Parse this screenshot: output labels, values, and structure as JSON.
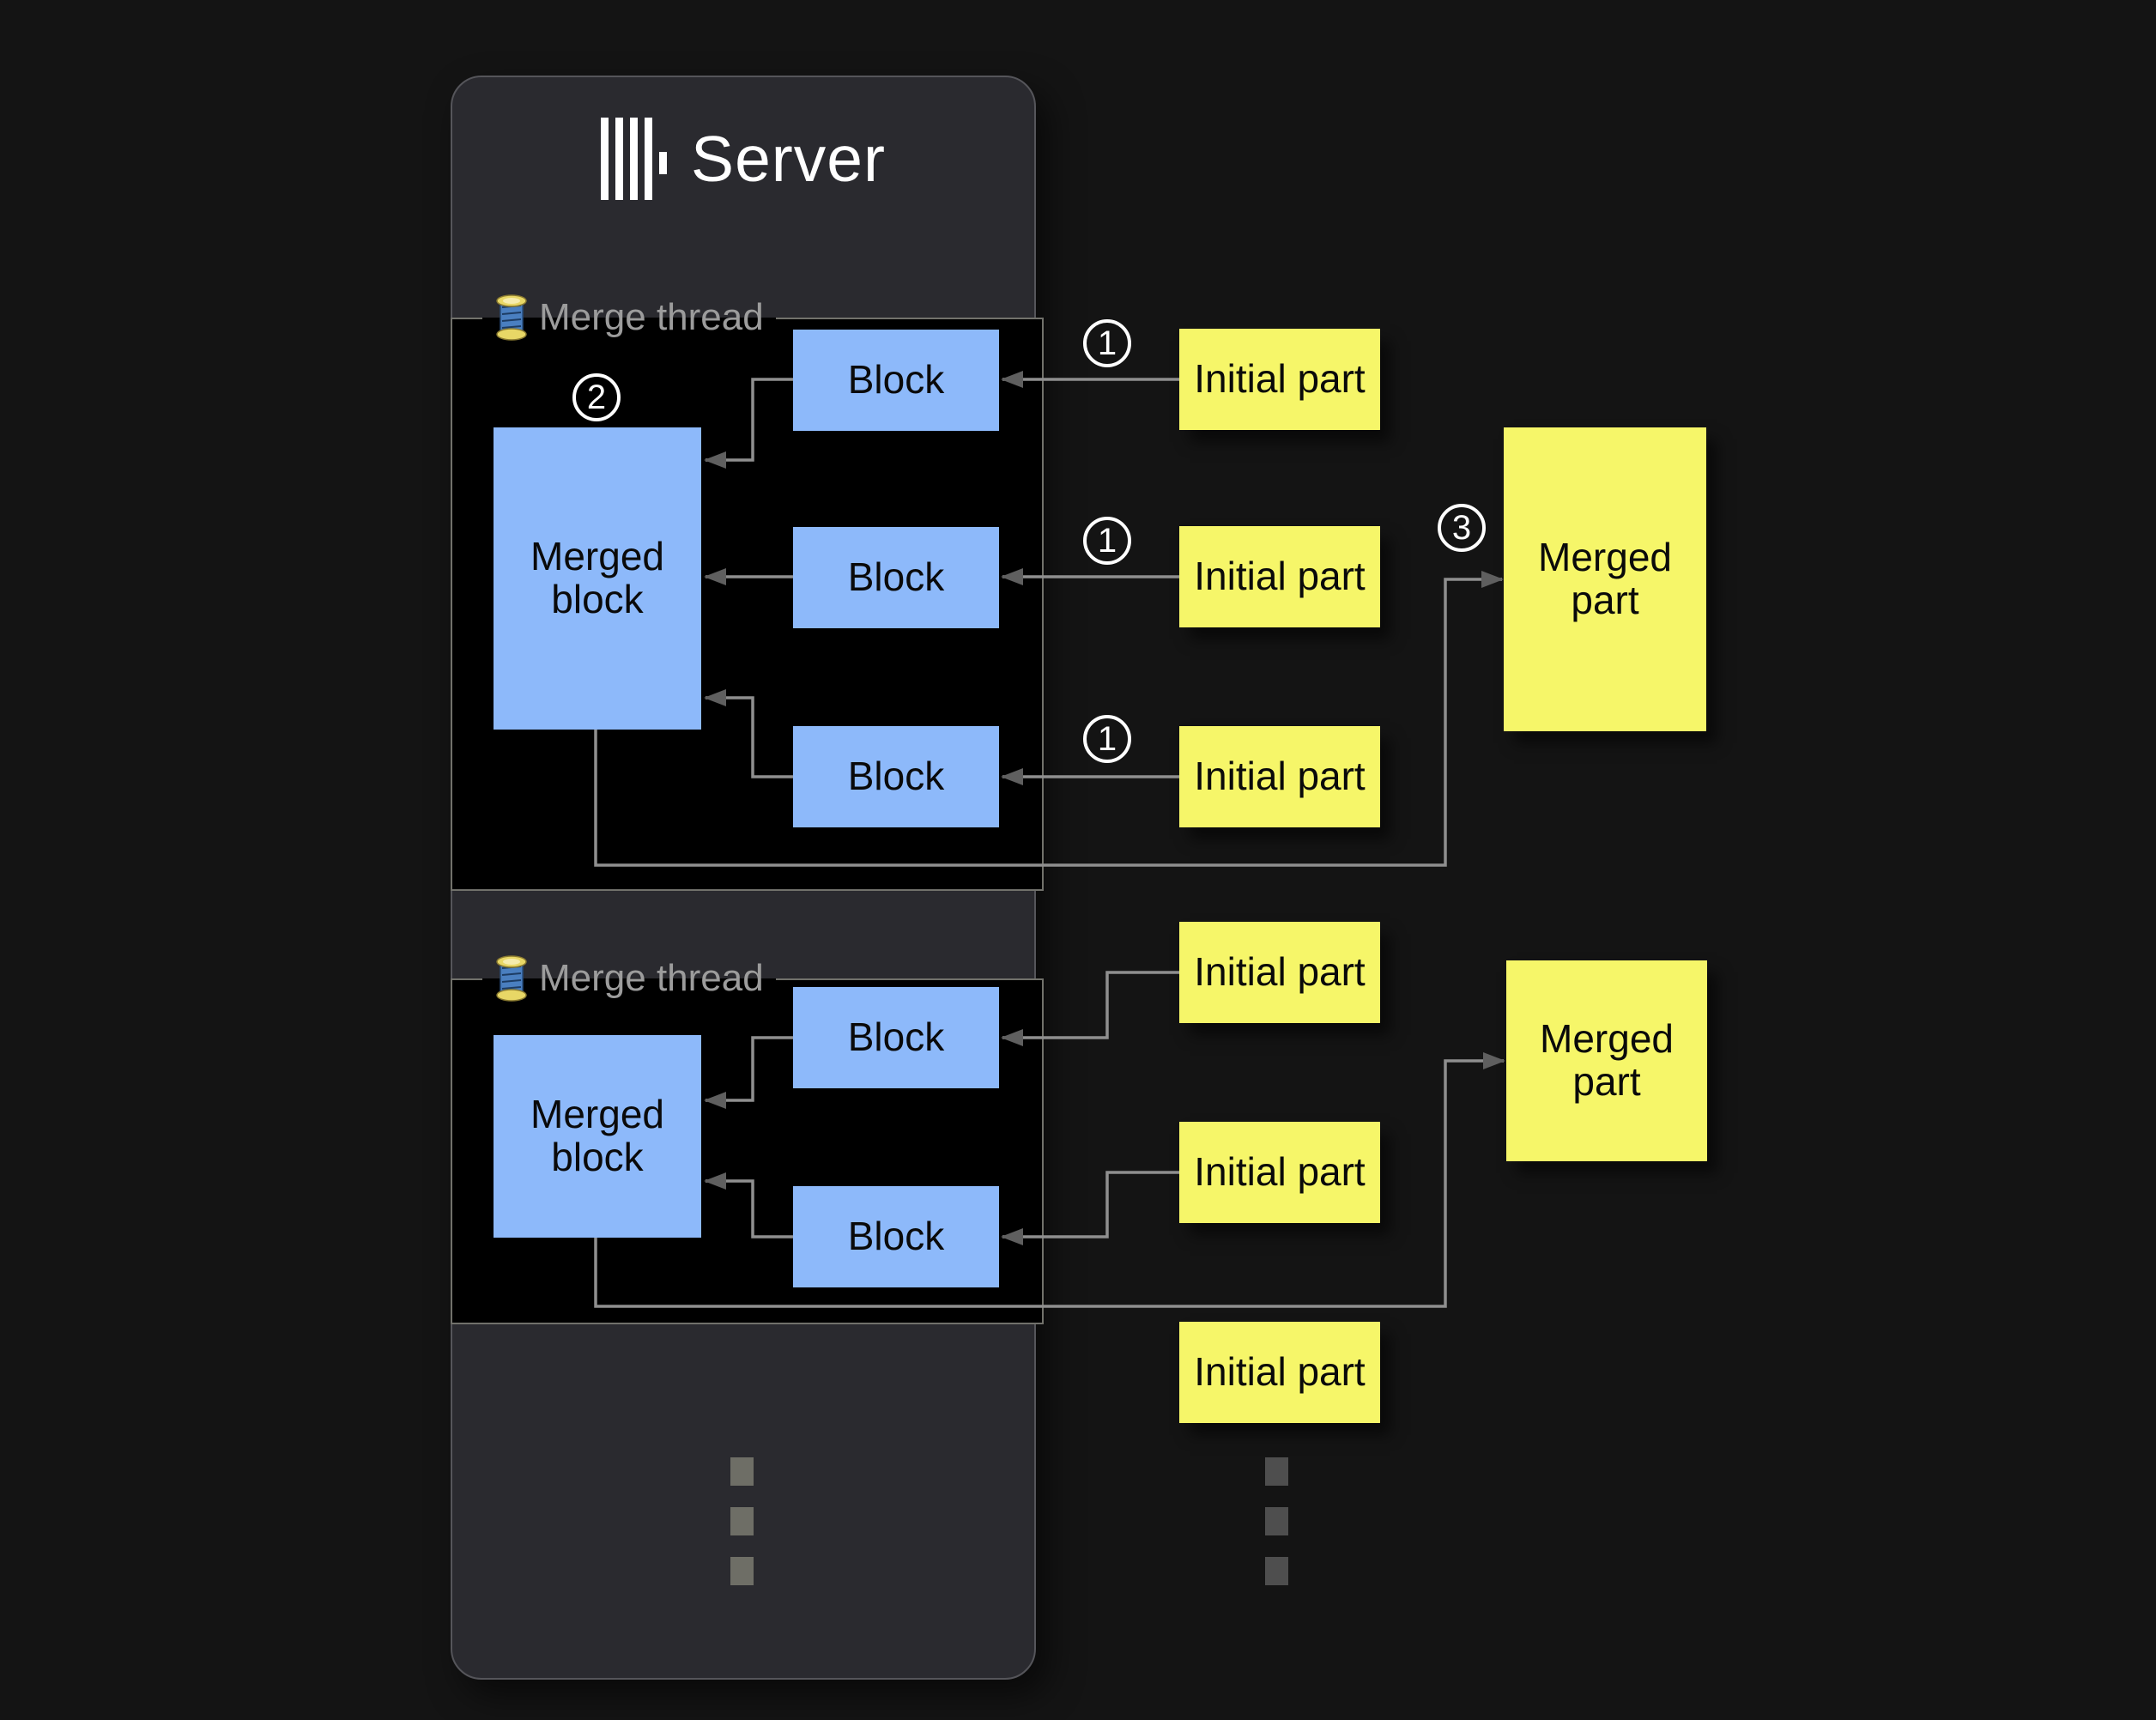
{
  "server": {
    "title": "Server"
  },
  "threads": [
    {
      "label": "Merge thread",
      "icon": "thread-spool-icon",
      "badge": "2",
      "merged_block": "Merged block",
      "blocks": [
        "Block",
        "Block",
        "Block"
      ]
    },
    {
      "label": "Merge thread",
      "icon": "thread-spool-icon",
      "merged_block": "Merged block",
      "blocks": [
        "Block",
        "Block"
      ]
    }
  ],
  "pipeline1": {
    "initial_parts": [
      {
        "label": "Initial part",
        "badge": "1"
      },
      {
        "label": "Initial part",
        "badge": "1"
      },
      {
        "label": "Initial part",
        "badge": "1"
      }
    ],
    "merged_part": {
      "label": "Merged part",
      "badge": "3"
    }
  },
  "pipeline2": {
    "initial_parts": [
      {
        "label": "Initial part"
      },
      {
        "label": "Initial part"
      },
      {
        "label": "Initial part"
      }
    ],
    "merged_part": {
      "label": "Merged part"
    }
  },
  "colors": {
    "page_bg": "#141414",
    "panel_bg": "#2a2a2f",
    "panel_border": "#55555a",
    "container_bg": "#000000",
    "container_border": "#71716b",
    "block_blue": "#8db9fa",
    "part_yellow": "#f6f669",
    "connector": "#8f8f8f",
    "arrowhead": "#5f5f5f",
    "label_gray": "#9c9c9c",
    "title_white": "#ffffff"
  }
}
